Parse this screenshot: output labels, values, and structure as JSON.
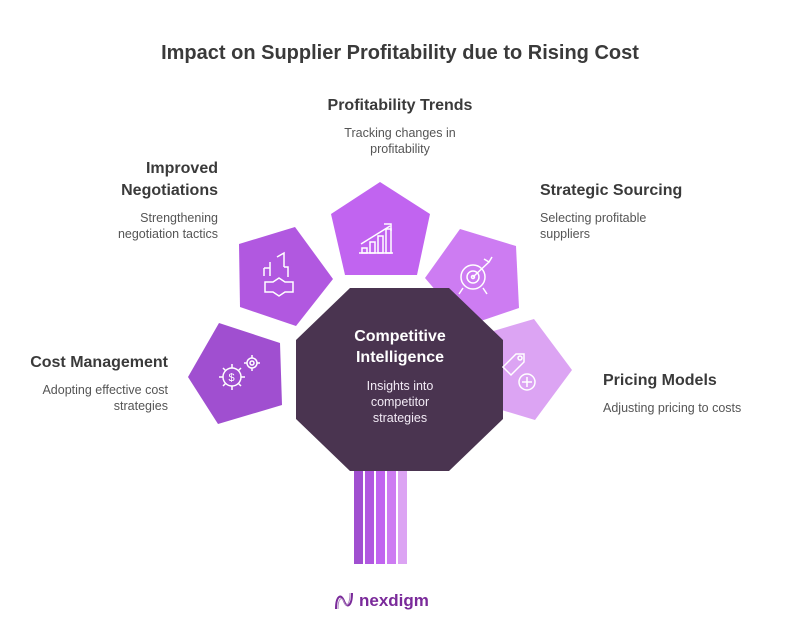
{
  "title": "Impact on Supplier Profitability due to Rising Cost",
  "center": {
    "title_line1": "Competitive",
    "title_line2": "Intelligence",
    "desc_line1": "Insights into",
    "desc_line2": "competitor",
    "desc_line3": "strategies",
    "color": "#4a3450"
  },
  "items": [
    {
      "title": "Cost Management",
      "desc_line1": "Adopting effective cost",
      "desc_line2": "strategies",
      "icon": "gears-dollar-icon",
      "color": "#a04fd0"
    },
    {
      "title_line1": "Improved",
      "title_line2": "Negotiations",
      "desc_line1": "Strengthening",
      "desc_line2": "negotiation tactics",
      "icon": "handshake-icon",
      "color": "#b158e0"
    },
    {
      "title": "Profitability Trends",
      "desc_line1": "Tracking changes in",
      "desc_line2": "profitability",
      "icon": "growth-chart-icon",
      "color": "#c164f0"
    },
    {
      "title": "Strategic Sourcing",
      "desc_line1": "Selecting profitable",
      "desc_line2": "suppliers",
      "icon": "target-icon",
      "color": "#cd7cf2"
    },
    {
      "title": "Pricing Models",
      "desc_line1": "Adjusting pricing to costs",
      "icon": "price-tag-plus-icon",
      "color": "#dca4f3"
    }
  ],
  "stem_colors": [
    "#a04fd0",
    "#b158e0",
    "#c164f0",
    "#cd7cf2",
    "#dca4f3"
  ],
  "logo": {
    "text": "nexdigm"
  }
}
